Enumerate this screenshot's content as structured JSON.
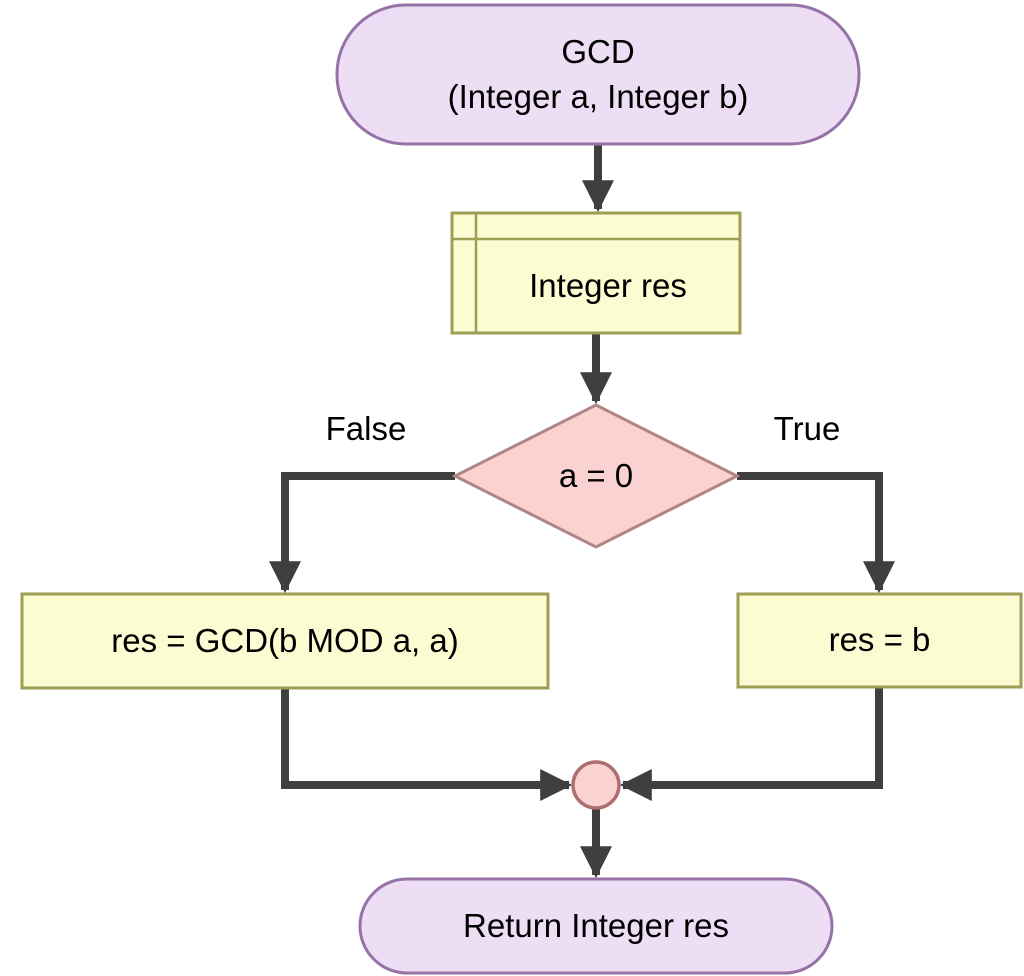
{
  "diagram": {
    "type": "flowchart",
    "background": "#FFFFFF",
    "nodes": {
      "start": {
        "shape": "terminator",
        "line1": "GCD",
        "line2": "(Integer a, Integer b)"
      },
      "declare": {
        "shape": "internal-storage",
        "label": "Integer res"
      },
      "decision": {
        "shape": "diamond",
        "label": "a = 0"
      },
      "recurse": {
        "shape": "process",
        "label": "res = GCD(b MOD a, a)"
      },
      "assign": {
        "shape": "process",
        "label": "res = b"
      },
      "merge": {
        "shape": "connector-circle"
      },
      "end": {
        "shape": "terminator",
        "label": "Return Integer res"
      }
    },
    "labels": {
      "false": "False",
      "true": "True"
    },
    "edges": [
      {
        "from": "start",
        "to": "declare"
      },
      {
        "from": "declare",
        "to": "decision"
      },
      {
        "from": "decision",
        "to": "recurse",
        "label": "False"
      },
      {
        "from": "decision",
        "to": "assign",
        "label": "True"
      },
      {
        "from": "recurse",
        "to": "merge"
      },
      {
        "from": "assign",
        "to": "merge"
      },
      {
        "from": "merge",
        "to": "end"
      }
    ],
    "colors": {
      "terminator_fill": "#EDDEF6",
      "terminator_stroke": "#9673A6",
      "process_fill": "#FCFCD2",
      "process_stroke": "#9E9E54",
      "decision_fill": "#FAD2D2",
      "decision_stroke": "#B28585",
      "connector_fill": "#FAD2D2",
      "connector_stroke": "#AD6F6F",
      "arrow": "#3F3F3F",
      "text": "#000000"
    }
  }
}
